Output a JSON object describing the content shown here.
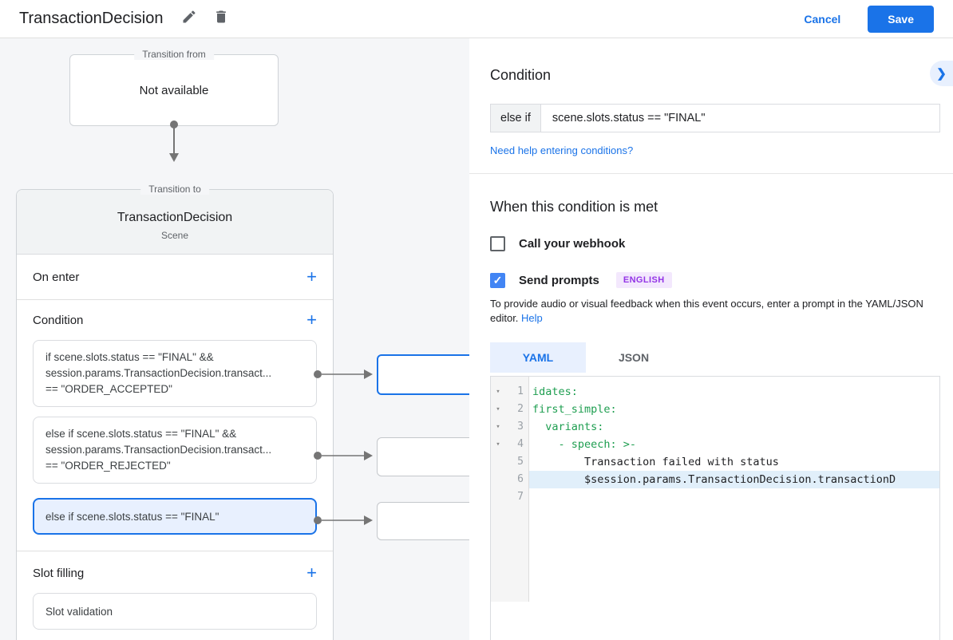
{
  "header": {
    "title": "TransactionDecision",
    "cancel_label": "Cancel",
    "save_label": "Save"
  },
  "icons": {
    "plus": "+",
    "chevron_right": "❯",
    "check": "✓",
    "fold_arrow": "▾"
  },
  "diagram": {
    "transition_from": {
      "legend": "Transition from",
      "value": "Not available"
    },
    "card": {
      "legend": "Transition to",
      "title": "TransactionDecision",
      "subtitle": "Scene",
      "on_enter_label": "On enter",
      "condition_label": "Condition",
      "slot_filling_label": "Slot filling",
      "slot_validation_label": "Slot validation",
      "conditions": [
        {
          "line1": "if scene.slots.status == \"FINAL\" &&",
          "line2": "session.params.TransactionDecision.transact...",
          "line3": "== \"ORDER_ACCEPTED\""
        },
        {
          "line1": "else if scene.slots.status == \"FINAL\" &&",
          "line2": "session.params.TransactionDecision.transact...",
          "line3": "== \"ORDER_REJECTED\""
        },
        {
          "line1": "else if scene.slots.status == \"FINAL\"",
          "selected": true
        }
      ]
    }
  },
  "panel": {
    "heading": "Condition",
    "else_if_label": "else if",
    "condition_value": "scene.slots.status == \"FINAL\"",
    "help_link": "Need help entering conditions?",
    "when_heading": "When this condition is met",
    "webhook_label": "Call your webhook",
    "webhook_checked": false,
    "send_prompts_label": "Send prompts",
    "send_prompts_checked": true,
    "language_badge": "ENGLISH",
    "hint_text": "To provide audio or visual feedback when this event occurs, enter a prompt in the YAML/JSON editor. ",
    "hint_help_label": "Help",
    "tab_yaml": "YAML",
    "tab_json": "JSON",
    "editor_lines": [
      {
        "num": "1",
        "code": "idates:"
      },
      {
        "num": "2",
        "code": "first_simple:"
      },
      {
        "num": "3",
        "code": "  variants:"
      },
      {
        "num": "4",
        "code": "    - speech: >-"
      },
      {
        "num": "5",
        "code": "        Transaction failed with status"
      },
      {
        "num": "6",
        "code": "        $session.params.TransactionDecision.transactionD"
      },
      {
        "num": "7",
        "code": ""
      }
    ]
  },
  "colors": {
    "accent": "#1a73e8",
    "accent_light_bg": "#e8f0fe",
    "code_key_green": "#1e9e50",
    "badge_bg": "#f3e8fd",
    "badge_text": "#9334e6",
    "connector_gray": "#757575"
  }
}
